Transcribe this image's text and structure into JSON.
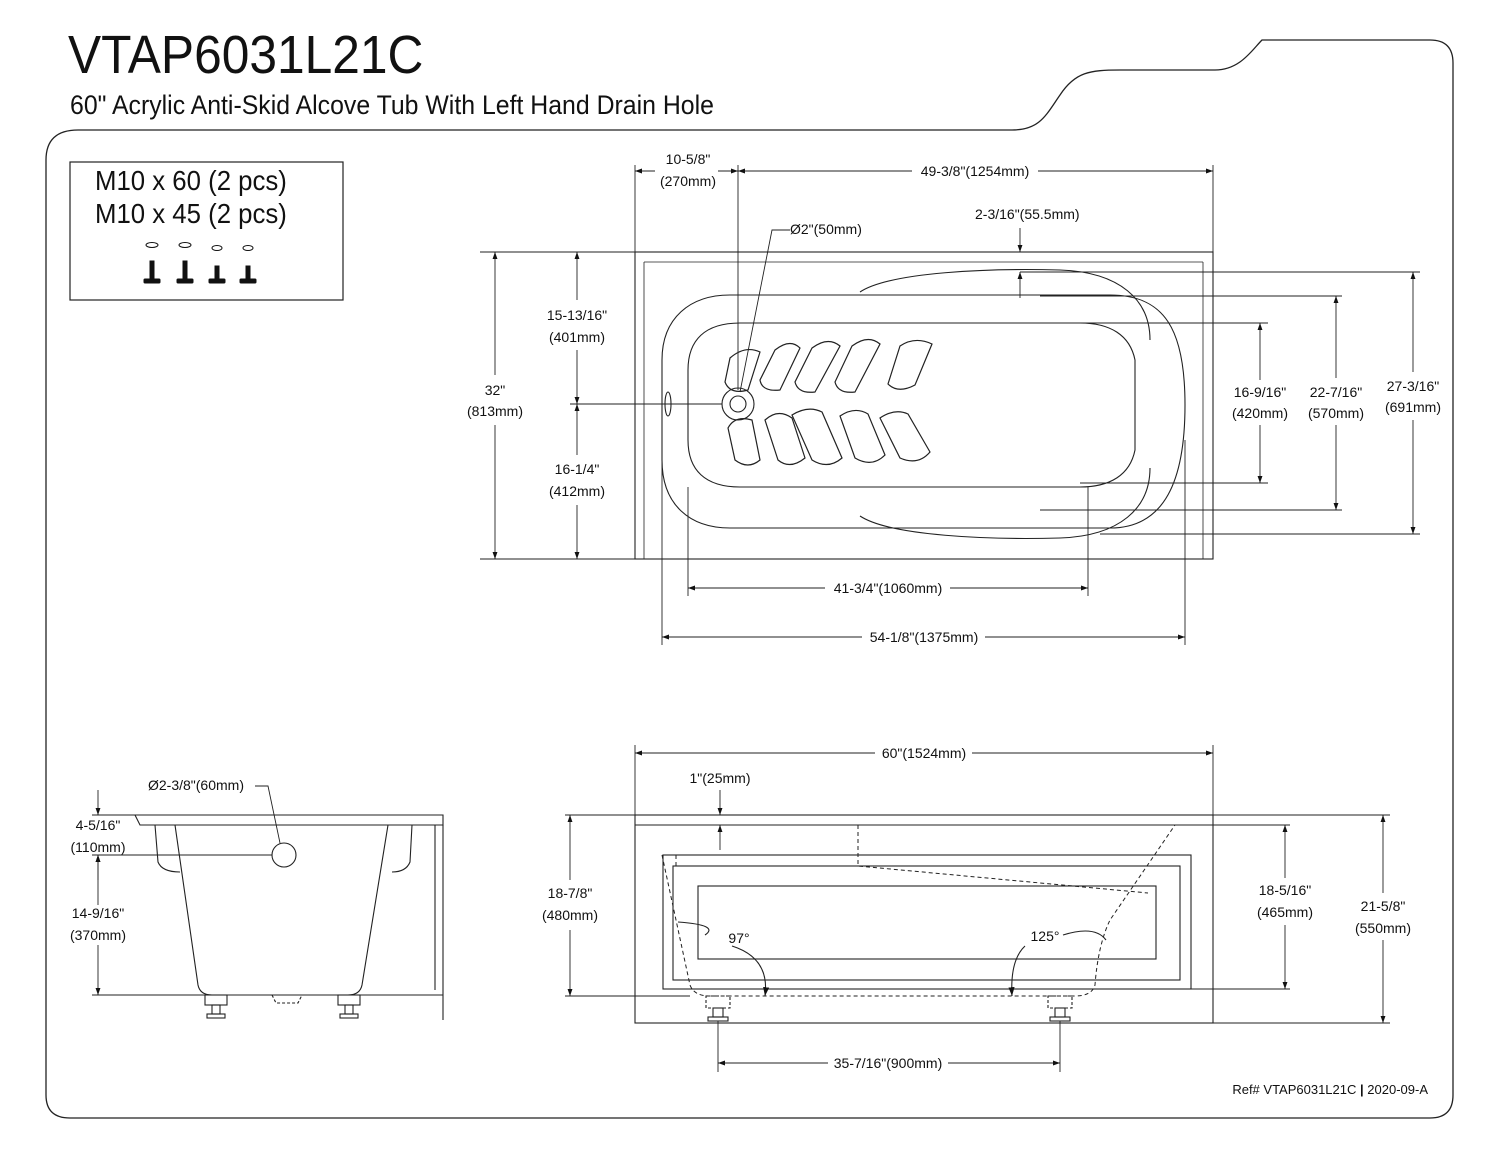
{
  "header": {
    "title": "VTAP6031L21C",
    "subtitle": "60\" Acrylic Anti-Skid Alcove Tub With Left Hand Drain Hole"
  },
  "hardware": {
    "line1": "M10 x 60 (2 pcs)",
    "line2": "M10 x 45 (2 pcs)"
  },
  "top_view": {
    "dim_left_offset": "10-5/8\"",
    "dim_left_offset_mm": "(270mm)",
    "dim_top_length": "49-3/8\"(1254mm)",
    "dim_drain_dia": "Ø2\"(50mm)",
    "dim_rim_gap": "2-3/16\"(55.5mm)",
    "dim_total_width": "32\"",
    "dim_total_width_mm": "(813mm)",
    "dim_upper_half": "15-13/16\"",
    "dim_upper_half_mm": "(401mm)",
    "dim_lower_half": "16-1/4\"",
    "dim_lower_half_mm": "(412mm)",
    "dim_inner_w1": "16-9/16\"",
    "dim_inner_w1_mm": "(420mm)",
    "dim_inner_w2": "22-7/16\"",
    "dim_inner_w2_mm": "(570mm)",
    "dim_inner_w3": "27-3/16\"",
    "dim_inner_w3_mm": "(691mm)",
    "dim_bottom_len": "41-3/4\"(1060mm)",
    "dim_inner_len": "54-1/8\"(1375mm)"
  },
  "side_view": {
    "dim_overflow_dia": "Ø2-3/8\"(60mm)",
    "dim_overflow_height": "4-5/16\"",
    "dim_overflow_height_mm": "(110mm)",
    "dim_depth": "14-9/16\"",
    "dim_depth_mm": "(370mm)"
  },
  "front_view": {
    "dim_total_length": "60\"(1524mm)",
    "dim_rim_thickness": "1\"(25mm)",
    "dim_height_left": "18-7/8\"",
    "dim_height_left_mm": "(480mm)",
    "angle_left": "97°",
    "angle_right": "125°",
    "dim_height_right": "18-5/16\"",
    "dim_height_right_mm": "(465mm)",
    "dim_total_height": "21-5/8\"",
    "dim_total_height_mm": "(550mm)",
    "dim_feet_spacing": "35-7/16\"(900mm)"
  },
  "footer": {
    "ref": "Ref# VTAP6031L21C",
    "date": "2020-09-A"
  }
}
